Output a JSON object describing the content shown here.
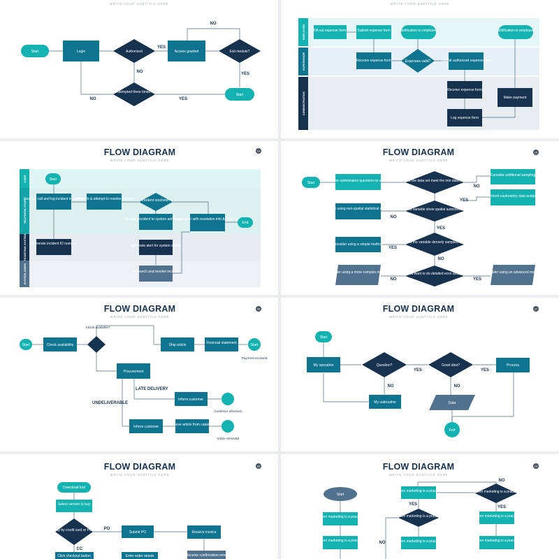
{
  "slides": [
    {
      "id": "s1",
      "title": "",
      "subtitle": "WRITE YOUR SUBTITLE HERE",
      "page": "",
      "nodes": [
        "Start",
        "Login",
        "Authorized",
        "Access granted",
        "Exit module?",
        "Start",
        "Attempted three times?"
      ],
      "labels": [
        "NO",
        "YES",
        "NO",
        "YES",
        "NO",
        "YES"
      ]
    },
    {
      "id": "s2",
      "title": "",
      "subtitle": "WRITE YOUR SUBTITLE HERE",
      "page": "",
      "lanes": [
        "EMPLOYEE",
        "SUPERVISOR",
        "ADMINISTRATION"
      ],
      "nodes": [
        "Fill out expense form",
        "Submit expense form",
        "Notification to employee",
        "Notification to employee",
        "Receive expense form",
        "Expenses valid?",
        "Submit authorized expense form",
        "Receive expense form",
        "Make payment",
        "Log expense form"
      ]
    },
    {
      "id": "s3",
      "title": "FLOW DIAGRAM",
      "subtitle": "WRITE YOUR SUBTITLE HERE",
      "page": "14",
      "lanes": [
        "USER",
        "HELPDESK STAFF",
        "TICKETING SYSTEM",
        "SYSTEM ADMIN"
      ],
      "nodes": [
        "Start",
        "Receive call and log incident in system",
        "Research & attempt to resolve incident",
        "Incident resolved?",
        "Provide user with resolution info & close ticket",
        "End",
        "Escalate incident to system admin queue",
        "Generate incident ID number",
        "Generate alert for system admin",
        "Research and resolve incident"
      ]
    },
    {
      "id": "s4",
      "title": "FLOW DIAGRAM",
      "subtitle": "WRITE YOUR SUBTITLE HERE",
      "page": "15",
      "nodes": [
        "Start",
        "Consider optimization questions to answer",
        "Does the data set meet the min data req?",
        "Consider additional sampling",
        "Perform exploratory data analysis",
        "Does the variable show spatial autocorrelation?",
        "Consider using non-spatial statistical methods",
        "Is the variable densely sampled?",
        "Consider using a simple method",
        "Do you want to do detailed error analysis?",
        "Consider using a more complex method",
        "Consider using an advanced method"
      ],
      "labels": [
        "NO",
        "YES",
        "NO",
        "YES",
        "YES",
        "NO",
        "NO",
        "YES"
      ]
    },
    {
      "id": "s5",
      "title": "FLOW DIAGRAM",
      "subtitle": "WRITE YOUR SUBTITLE HERE",
      "page": "16",
      "nodes": [
        "Start",
        "Check availability",
        "Ship article",
        "Financial statement",
        "Start",
        "Procurement",
        "Inform customer",
        "Inform customer",
        "Remove article from catalogue"
      ],
      "notes": [
        "Article available?",
        "Payment received",
        "Customer informed",
        "Article removed"
      ],
      "labels": [
        "LATE DELIVERY",
        "UNDELIVERABLE"
      ]
    },
    {
      "id": "s6",
      "title": "FLOW DIAGRAM",
      "subtitle": "WRITE YOUR SUBTITLE HERE",
      "page": "17",
      "nodes": [
        "Start",
        "My operation",
        "Question?",
        "Good idea?",
        "Process",
        "My subroutine",
        "Data",
        "End"
      ],
      "labels": [
        "YES",
        "YES",
        "NO",
        "NO"
      ]
    },
    {
      "id": "s7",
      "title": "FLOW DIAGRAM",
      "subtitle": "WRITE YOUR SUBTITLE HERE",
      "page": "18",
      "nodes": [
        "Download trial",
        "Select version to buy",
        "Pay by credit card or PO?",
        "Submit PO",
        "Receive invoice",
        "Click checkout button",
        "Enter order details",
        "Receive confirmation email"
      ],
      "labels": [
        "PO",
        "CC"
      ]
    },
    {
      "id": "s8",
      "title": "FLOW DIAGRAM",
      "subtitle": "WRITE YOUR SUBTITLE HERE",
      "page": "19",
      "nodes": [
        "Start",
        "Green marketing is a practice",
        "Green marketing is a practice",
        "Green marketing is a practice",
        "Green marketing is a practice",
        "Green marketing is a practice",
        "Green marketing is a practice",
        "Green marketing is a practice",
        "Green marketing is a practice"
      ],
      "labels": [
        "NO",
        "YES",
        "YES",
        "NO"
      ]
    }
  ]
}
